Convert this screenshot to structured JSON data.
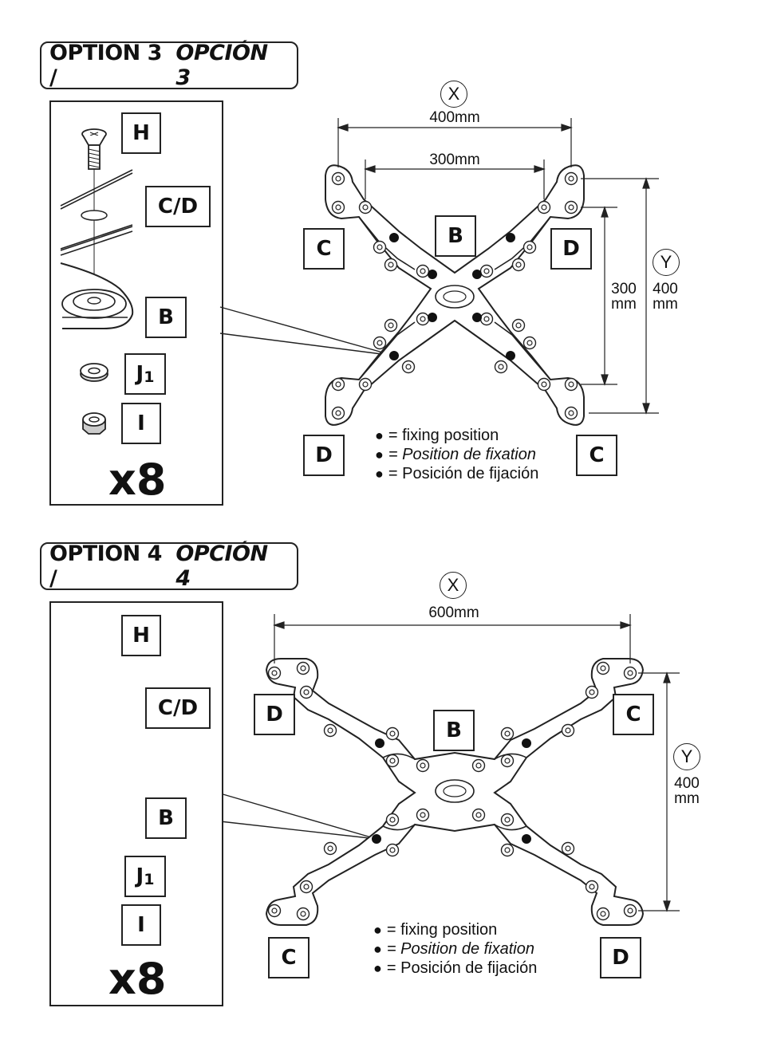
{
  "option3": {
    "title_main": "OPTION 3 / ",
    "title_italic": "OPCIÓN 3",
    "parts": {
      "h": "H",
      "cd": "C/D",
      "b": "B",
      "j1": "J",
      "j1_sub": "1",
      "i": "I",
      "qty": "x8"
    },
    "plate_label_b": "B",
    "corner_labels": {
      "top_left": "C",
      "top_right": "D",
      "bottom_left": "D",
      "bottom_right": "C"
    },
    "axis_x": "X",
    "axis_y": "Y",
    "dim_x_outer": "400mm",
    "dim_x_inner": "300mm",
    "dim_y_inner_value": "300",
    "dim_y_inner_unit": "mm",
    "dim_y_outer_value": "400",
    "dim_y_outer_unit": "mm",
    "legend": [
      "= fixing position",
      "= Position de fixation",
      "= Posición de fijación"
    ]
  },
  "option4": {
    "title_main": "OPTION 4 / ",
    "title_italic": "OPCIÓN 4",
    "parts": {
      "h": "H",
      "cd": "C/D",
      "b": "B",
      "j1": "J",
      "j1_sub": "1",
      "i": "I",
      "qty": "x8"
    },
    "plate_label_b": "B",
    "corner_labels": {
      "top_left": "D",
      "top_right": "C",
      "bottom_left": "C",
      "bottom_right": "D"
    },
    "axis_x": "X",
    "axis_y": "Y",
    "dim_x": "600mm",
    "dim_y_value": "400",
    "dim_y_unit": "mm",
    "legend": [
      "= fixing position",
      "= Position de fixation",
      "= Posición de fijación"
    ]
  }
}
